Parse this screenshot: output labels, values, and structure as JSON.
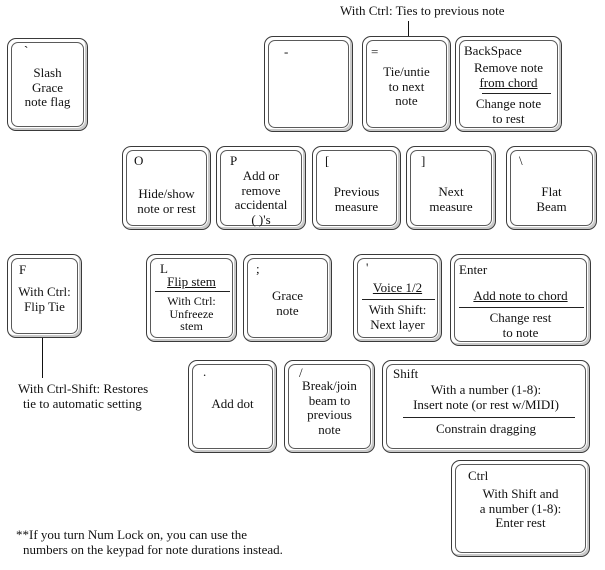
{
  "top_note": "With Ctrl: Ties to previous note",
  "keys": {
    "backtick": {
      "key": "`",
      "lines": [
        "Slash",
        "Grace",
        "note flag"
      ]
    },
    "minus": {
      "key": "-"
    },
    "equals": {
      "key": "=",
      "lines": [
        "Tie/untie",
        "to next",
        "note"
      ]
    },
    "backspace": {
      "key": "BackSpace",
      "top": [
        "Remove note",
        "from chord"
      ],
      "bottom": [
        "Change note",
        "to rest"
      ]
    },
    "o": {
      "key": "O",
      "lines": [
        "Hide/show",
        "note or rest"
      ]
    },
    "p": {
      "key": "P",
      "first": "Add or",
      "lines": [
        "remove",
        "accidental",
        "( )'s"
      ]
    },
    "lbracket": {
      "key": "[",
      "lines": [
        "Previous",
        "measure"
      ]
    },
    "rbracket": {
      "key": "]",
      "lines": [
        "Next",
        "measure"
      ]
    },
    "backslash": {
      "key": "\\",
      "lines": [
        "Flat",
        "Beam"
      ]
    },
    "f": {
      "key": "F",
      "lines": [
        "With Ctrl:",
        "Flip Tie"
      ]
    },
    "l": {
      "key": "L",
      "top": "Flip stem",
      "bottom": [
        "With Ctrl:",
        "Unfreeze",
        "stem"
      ]
    },
    "semicolon": {
      "key": ";",
      "lines": [
        "Grace",
        "note"
      ]
    },
    "quote": {
      "key": "'",
      "top": "Voice 1/2",
      "bottom": [
        "With Shift:",
        "Next layer"
      ]
    },
    "enter": {
      "key": "Enter",
      "top": "Add note to chord",
      "bottom": [
        "Change rest",
        "to note"
      ]
    },
    "period": {
      "key": ".",
      "lines": [
        "Add dot"
      ]
    },
    "slash": {
      "key": "/",
      "lines": [
        "Break/join",
        "beam to",
        "previous",
        "note"
      ]
    },
    "shift": {
      "key": "Shift",
      "top": [
        "With a number (1-8):",
        "Insert note (or rest w/MIDI)"
      ],
      "bottom": "Constrain dragging"
    },
    "ctrl": {
      "key": "Ctrl",
      "lines": [
        "With Shift and",
        "a number (1-8):",
        "Enter rest"
      ]
    }
  },
  "f_note": [
    "With Ctrl-Shift: Restores",
    "tie to automatic setting"
  ],
  "footnote": [
    "**If you turn Num Lock on, you can use the",
    "numbers on the keypad for note durations instead."
  ]
}
